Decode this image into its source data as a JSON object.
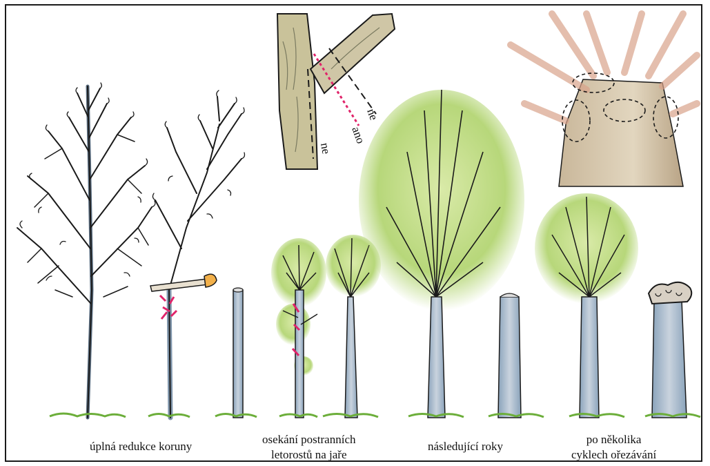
{
  "captions": {
    "full_reduction": "úplná redukce koruny",
    "spring_trim_line1": "osekání postranních",
    "spring_trim_line2": "letorostů na jaře",
    "following_years": "následující roky",
    "after_cycles_line1": "po několika",
    "after_cycles_line2": "cyklech ořezávání"
  },
  "cut_detail": {
    "label_no_1": "ne",
    "label_yes": "ano",
    "label_no_2": "ne"
  },
  "colors": {
    "ink": "#1a1a1a",
    "bark": "#b8b0a0",
    "trunk_blue": "#a9b9c9",
    "foliage": "#b7d77a",
    "foliage_dark": "#8fbf4a",
    "cut_mark": "#e0246a",
    "grass": "#6cae3a"
  }
}
